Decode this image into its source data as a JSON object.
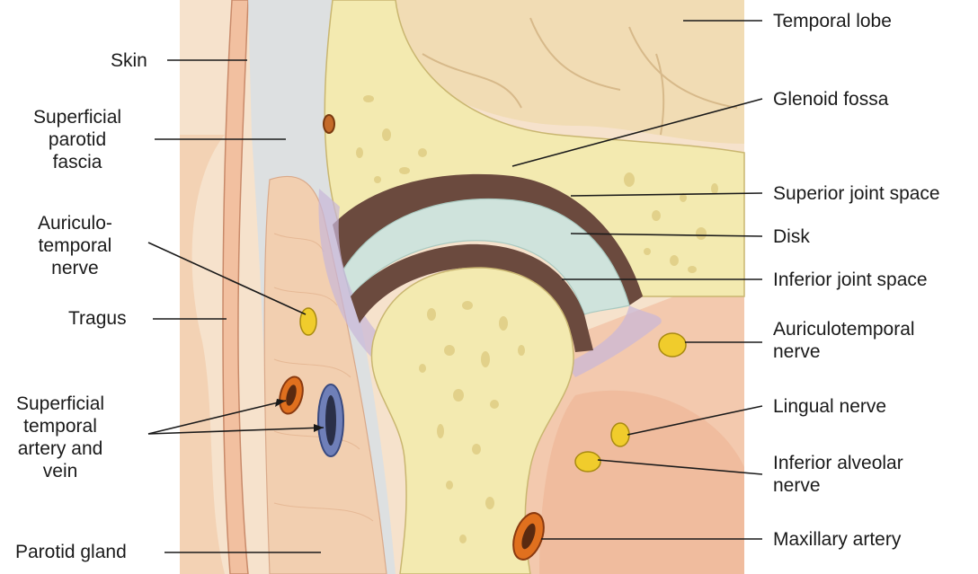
{
  "labels": {
    "skin": "Skin",
    "superficial_parotid_fascia": [
      "Superficial",
      "parotid",
      "fascia"
    ],
    "auriculotemporal_nerve_left": [
      "Auriculo-",
      "temporal",
      "nerve"
    ],
    "tragus": "Tragus",
    "superficial_temporal_artery_vein": [
      "Superficial",
      "temporal",
      "artery and",
      "vein"
    ],
    "parotid_gland": "Parotid gland",
    "temporal_lobe": "Temporal lobe",
    "glenoid_fossa": "Glenoid fossa",
    "superior_joint_space": "Superior joint space",
    "disk": "Disk",
    "inferior_joint_space": "Inferior joint space",
    "auriculotemporal_nerve_right": [
      "Auriculotemporal",
      "nerve"
    ],
    "lingual_nerve": "Lingual nerve",
    "inferior_alveolar_nerve": [
      "Inferior alveolar",
      "nerve"
    ],
    "maxillary_artery": "Maxillary artery"
  },
  "colors": {
    "bone": "#f3eab0",
    "brain": "#f1dcb4",
    "disk": "#cfe3dc",
    "joint_space": "#6b4a3e",
    "parotid": "#f2cfb0",
    "skin": "#f2c7a8",
    "nerve": "#f0cc2c",
    "artery": "#e0701e",
    "vein": "#6f7fb8"
  }
}
